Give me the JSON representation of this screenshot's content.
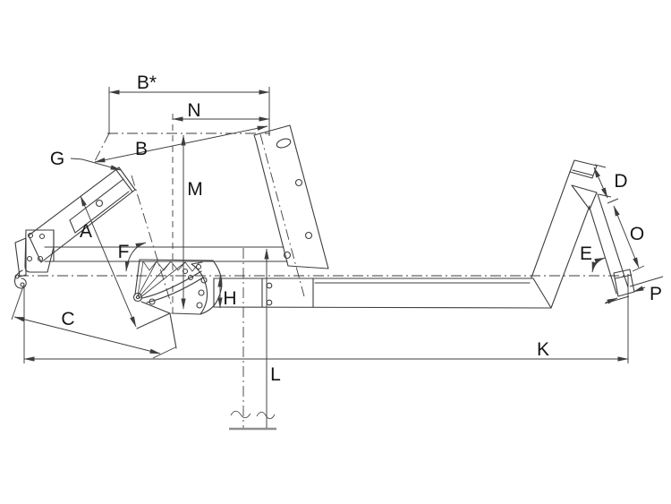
{
  "diagram": {
    "type": "technical-dimension-drawing",
    "background": "#ffffff",
    "line_color": "#3d3d3f",
    "label_color": "#141414",
    "ground_color": "#8f8f8f"
  },
  "labels": {
    "b_star": "B*",
    "n": "N",
    "b": "B",
    "g": "G",
    "a": "A",
    "m": "M",
    "f": "F",
    "h": "H",
    "c": "C",
    "l": "L",
    "k": "K",
    "d": "D",
    "o": "O",
    "e": "E",
    "p": "P"
  }
}
